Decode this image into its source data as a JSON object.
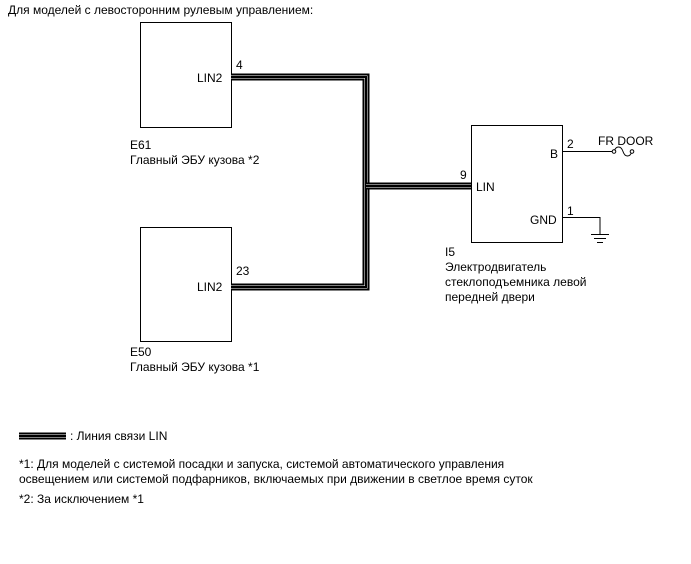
{
  "header": {
    "title": "Для моделей с левосторонним рулевым управлением:"
  },
  "ecu_top": {
    "pin_label": "LIN2",
    "pin_number": "4",
    "code": "E61",
    "name": "Главный ЭБУ кузова *2"
  },
  "ecu_bottom": {
    "pin_label": "LIN2",
    "pin_number": "23",
    "code": "E50",
    "name": "Главный ЭБУ кузова *1"
  },
  "motor": {
    "pin_lin_label": "LIN",
    "pin_lin_number": "9",
    "pin_b_label": "B",
    "pin_b_number": "2",
    "pin_gnd_label": "GND",
    "pin_gnd_number": "1",
    "code": "I5",
    "name_lines": [
      "Электродвигатель",
      "стеклоподъемника левой",
      "передней двери"
    ]
  },
  "fuse": {
    "label": "FR DOOR"
  },
  "legend": {
    "text": ": Линия связи LIN"
  },
  "notes": [
    "*1: Для моделей с системой посадки и запуска, системой автоматического управления",
    "освещением или системой подфарников, включаемых при движении в светлое время суток",
    "*2: За исключением *1"
  ],
  "colors": {
    "line": "#000000",
    "background": "#ffffff"
  }
}
